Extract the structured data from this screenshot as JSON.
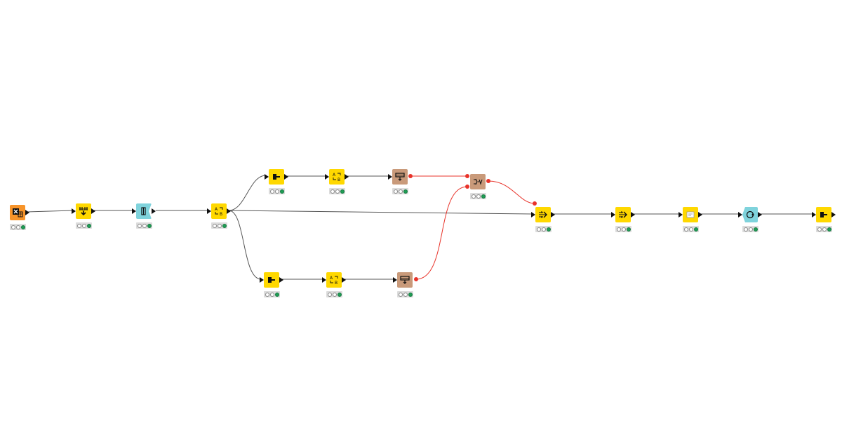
{
  "colors": {
    "source": "#f7942a",
    "manipulator": "#ffd800",
    "flow_control": "#7fd3dc",
    "db": "#c99a7a",
    "connection": "#555555",
    "db_connection": "#e8332a",
    "status_green": "#1f9d55"
  },
  "nodes": [
    {
      "id": "excel-reader",
      "kind": "source",
      "icon": "excel-reader-icon",
      "status": "executed"
    },
    {
      "id": "column-filter-1",
      "kind": "manipulator",
      "icon": "filter-icon",
      "status": "executed"
    },
    {
      "id": "loop-start",
      "kind": "flow_control",
      "icon": "loop-start-icon",
      "status": "executed"
    },
    {
      "id": "column-rename-1",
      "kind": "manipulator",
      "icon": "rename-icon",
      "status": "executed"
    },
    {
      "id": "row-splitter-top",
      "kind": "manipulator",
      "icon": "splitter-icon",
      "status": "executed"
    },
    {
      "id": "column-rename-top",
      "kind": "manipulator",
      "icon": "rename-icon",
      "status": "executed"
    },
    {
      "id": "db-writer-top",
      "kind": "db",
      "icon": "db-writer-icon",
      "status": "executed"
    },
    {
      "id": "db-joiner",
      "kind": "db",
      "icon": "db-joiner-icon",
      "status": "executed"
    },
    {
      "id": "row-splitter-bottom",
      "kind": "manipulator",
      "icon": "splitter-icon",
      "status": "executed"
    },
    {
      "id": "column-rename-bottom",
      "kind": "manipulator",
      "icon": "rename-icon",
      "status": "executed"
    },
    {
      "id": "db-writer-bottom",
      "kind": "db",
      "icon": "db-writer-icon",
      "status": "executed"
    },
    {
      "id": "column-appender-1",
      "kind": "manipulator",
      "icon": "appender-icon",
      "status": "executed"
    },
    {
      "id": "column-appender-2",
      "kind": "manipulator",
      "icon": "appender-icon",
      "status": "executed"
    },
    {
      "id": "table-view",
      "kind": "manipulator",
      "icon": "table-icon",
      "status": "executed"
    },
    {
      "id": "loop-end",
      "kind": "flow_control",
      "icon": "loop-end-icon",
      "status": "executed"
    },
    {
      "id": "row-splitter-final",
      "kind": "manipulator",
      "icon": "splitter-icon",
      "status": "executed"
    }
  ],
  "connections": [
    {
      "from": "excel-reader",
      "to": "column-filter-1",
      "type": "data"
    },
    {
      "from": "column-filter-1",
      "to": "loop-start",
      "type": "data"
    },
    {
      "from": "loop-start",
      "to": "column-rename-1",
      "type": "data"
    },
    {
      "from": "column-rename-1",
      "to": "row-splitter-top",
      "type": "data"
    },
    {
      "from": "column-rename-1",
      "to": "column-appender-1",
      "type": "data"
    },
    {
      "from": "column-rename-1",
      "to": "row-splitter-bottom",
      "type": "data"
    },
    {
      "from": "row-splitter-top",
      "to": "column-rename-top",
      "type": "data"
    },
    {
      "from": "column-rename-top",
      "to": "db-writer-top",
      "type": "data"
    },
    {
      "from": "db-writer-top",
      "to": "db-joiner",
      "type": "db"
    },
    {
      "from": "db-writer-bottom",
      "to": "db-joiner",
      "type": "db"
    },
    {
      "from": "db-joiner",
      "to": "column-appender-1",
      "type": "db"
    },
    {
      "from": "row-splitter-bottom",
      "to": "column-rename-bottom",
      "type": "data"
    },
    {
      "from": "column-rename-bottom",
      "to": "db-writer-bottom",
      "type": "data"
    },
    {
      "from": "column-appender-1",
      "to": "column-appender-2",
      "type": "data"
    },
    {
      "from": "column-appender-2",
      "to": "table-view",
      "type": "data"
    },
    {
      "from": "table-view",
      "to": "loop-end",
      "type": "data"
    },
    {
      "from": "loop-end",
      "to": "row-splitter-final",
      "type": "data"
    }
  ]
}
